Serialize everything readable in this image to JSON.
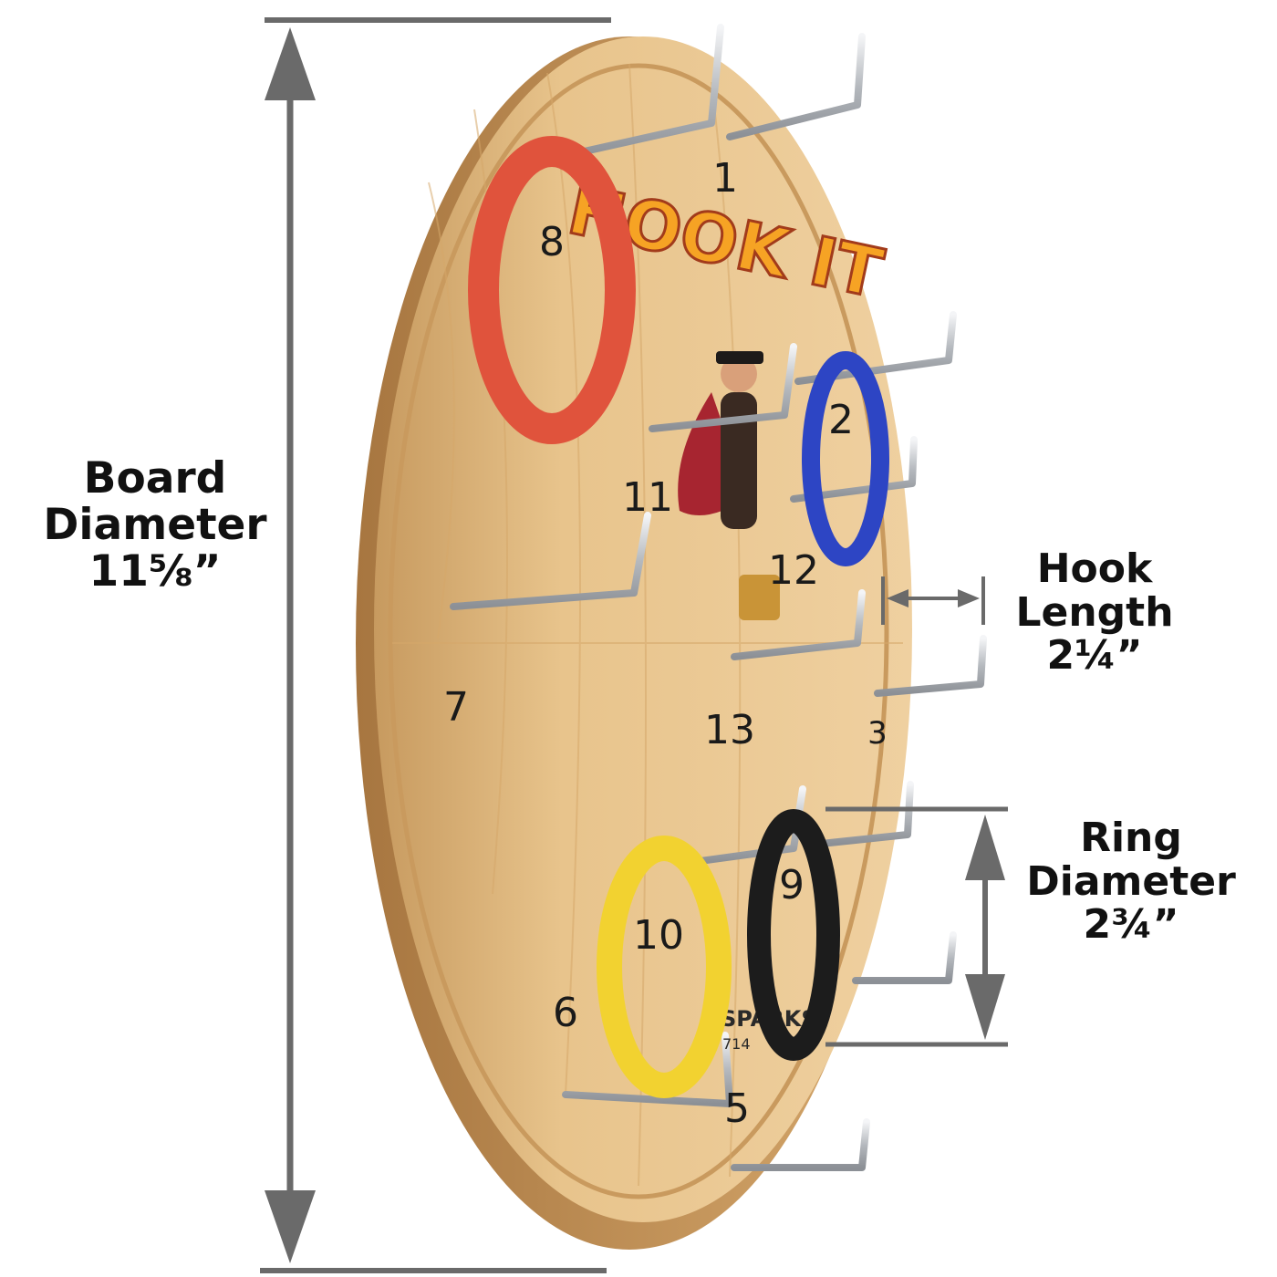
{
  "dimensions": {
    "board": {
      "title": "Board",
      "subtitle": "Diameter",
      "value": "11⅝”"
    },
    "hook": {
      "title": "Hook",
      "subtitle": "Length",
      "value": "2¼”"
    },
    "ring": {
      "title": "Ring",
      "subtitle": "Diameter",
      "value": "2¾”"
    }
  },
  "board": {
    "logo_text": "HOOK IT",
    "brand_text": "SPARKS",
    "model_text": "714",
    "numbers": [
      "1",
      "2",
      "3",
      "5",
      "6",
      "7",
      "8",
      "9",
      "10",
      "11",
      "12",
      "13"
    ]
  },
  "rings": [
    {
      "name": "red",
      "color": "#e0533c"
    },
    {
      "name": "blue",
      "color": "#2d45c4"
    },
    {
      "name": "yellow",
      "color": "#f2d230"
    },
    {
      "name": "black",
      "color": "#1c1c1c"
    }
  ],
  "colors": {
    "wood_light": "#ecc995",
    "wood_mid": "#d9ad73",
    "wood_dark": "#b98a52",
    "hook_metal": "#c9ccd0",
    "dimension_gray": "#6a6a6a"
  }
}
